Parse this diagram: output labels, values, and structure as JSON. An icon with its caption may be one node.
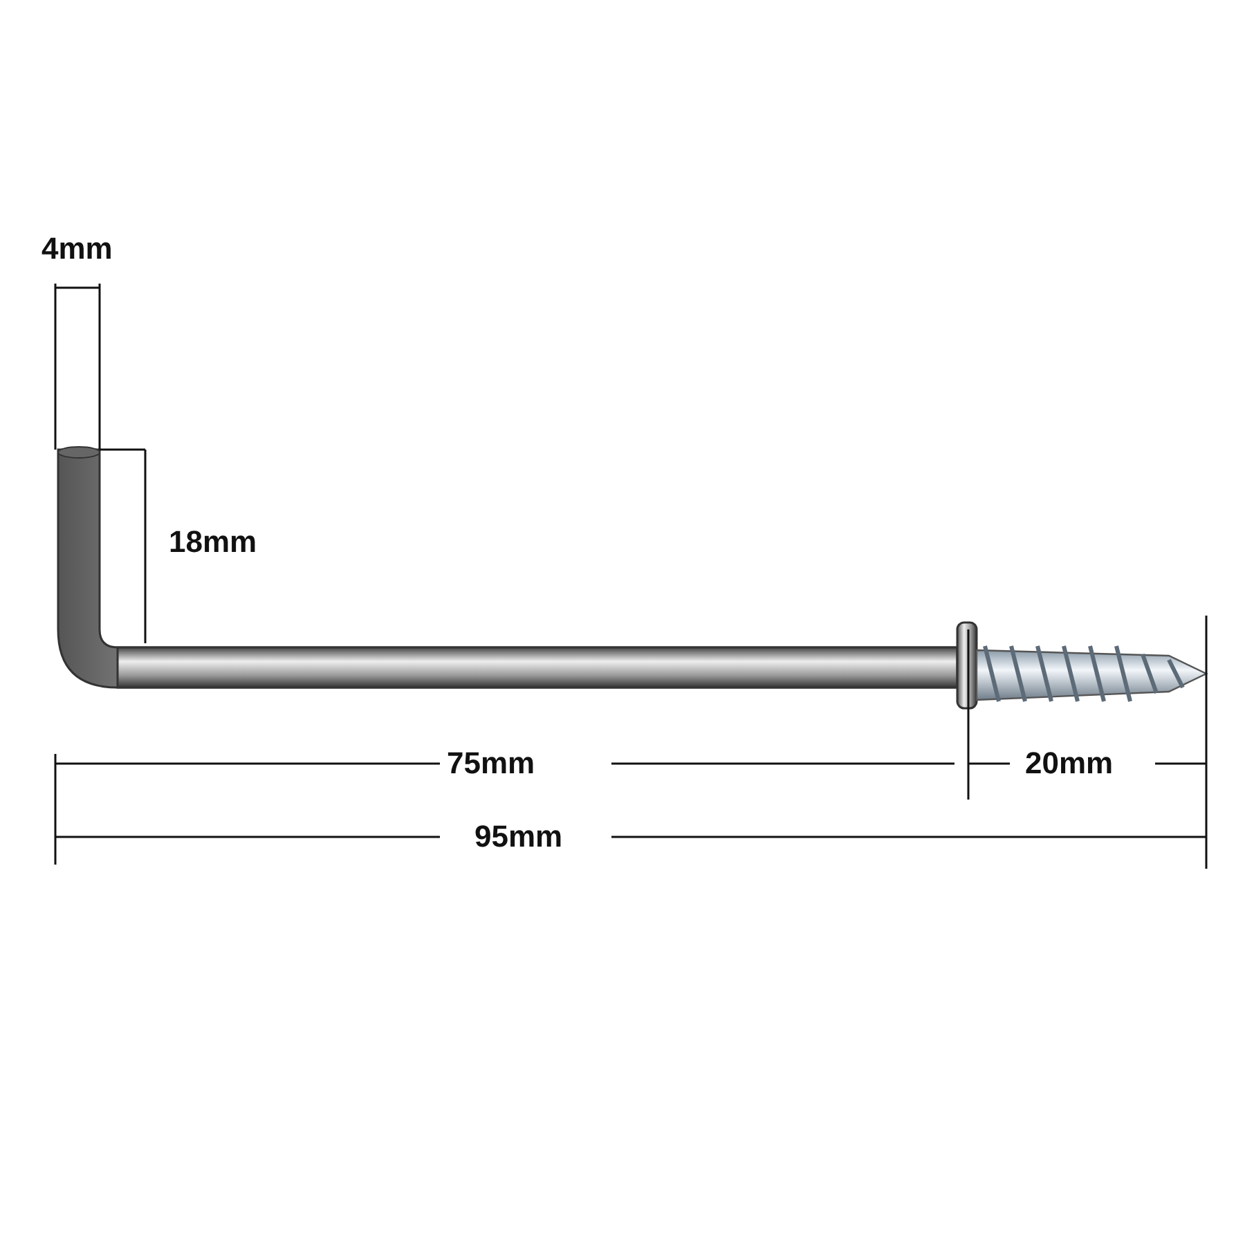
{
  "diagram": {
    "labels": [
      "4mm",
      "18mm",
      "75mm",
      "20mm",
      "95mm"
    ]
  }
}
